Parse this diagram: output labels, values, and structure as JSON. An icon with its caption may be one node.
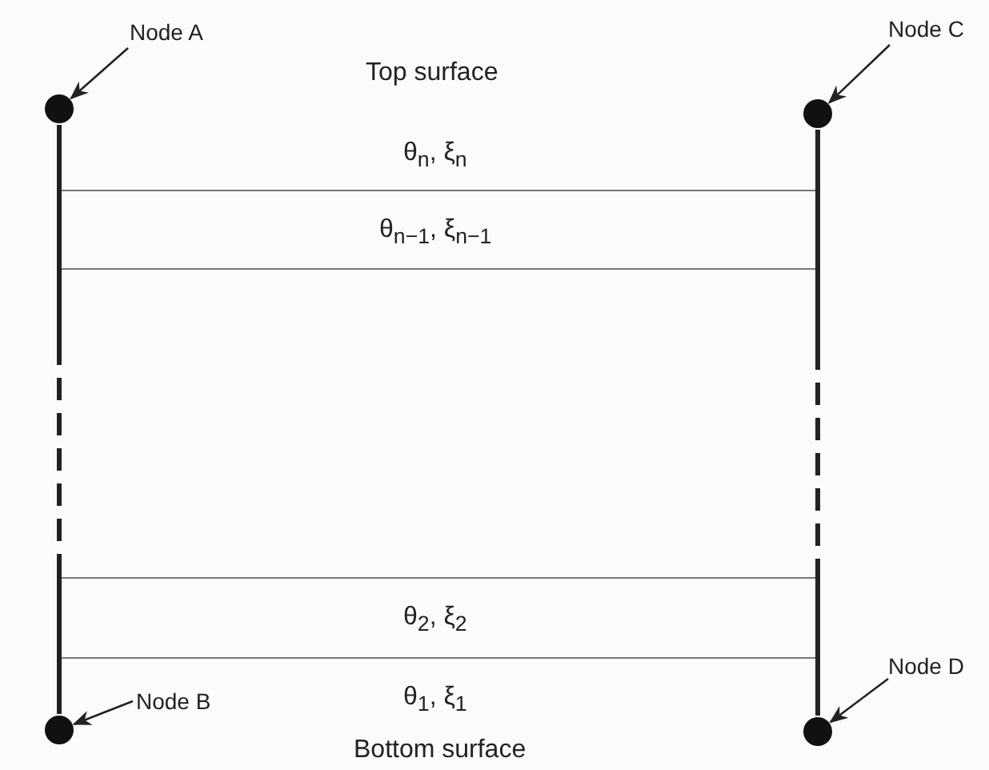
{
  "diagram": {
    "nodes": [
      {
        "text": [
          "Node A"
        ]
      },
      {
        "text": [
          "Node C"
        ]
      },
      {
        "text": [],
        "shape": "circle"
      },
      {
        "text": [],
        "shape": "circle"
      },
      {
        "text": [
          "Node B"
        ]
      },
      {
        "text": [],
        "shape": "circle"
      },
      {
        "text": [
          "Node D"
        ]
      },
      {
        "text": [],
        "shape": "circle"
      }
    ],
    "edges": [
      {
        "from": 0,
        "to": 2,
        "arrow": "to"
      },
      {
        "from": 1,
        "to": 3,
        "arrow": "to"
      },
      {
        "from": 4,
        "to": 5,
        "arrow": "to"
      },
      {
        "from": 6,
        "to": 7,
        "arrow": "to"
      },
      {
        "from": 2,
        "to": 5,
        "arrow": "none",
        "style": "dashed"
      },
      {
        "from": 3,
        "to": 7,
        "arrow": "none",
        "style": "dashed"
      }
    ],
    "labels": [
      "Top surface",
      "θ$_{n}$, ξ$_{n}$",
      "θ$_{n−1}$, ξ$_{n−1}$",
      "θ$_{2}$, ξ$_{2}$",
      "θ$_{1}$, ξ$_{1}$",
      "Bottom surface"
    ]
  }
}
